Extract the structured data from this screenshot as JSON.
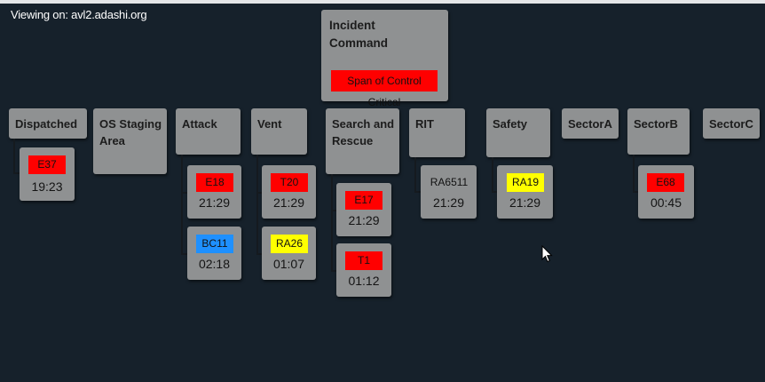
{
  "viewing_label": "Viewing on: avl2.adashi.org",
  "command": {
    "title": "Incident Command",
    "status_badge": "Span of Control Critical"
  },
  "groups": [
    {
      "id": "dispatched",
      "label": "Dispatched",
      "units": [
        {
          "id": "E37",
          "time": "19:23",
          "color": "#ff0000"
        }
      ]
    },
    {
      "id": "os-staging",
      "label": "OS Staging Area",
      "units": []
    },
    {
      "id": "attack",
      "label": "Attack",
      "units": [
        {
          "id": "E18",
          "time": "21:29",
          "color": "#ff0000"
        },
        {
          "id": "BC11",
          "time": "02:18",
          "color": "#1e90ff"
        }
      ]
    },
    {
      "id": "vent",
      "label": "Vent",
      "units": [
        {
          "id": "T20",
          "time": "21:29",
          "color": "#ff0000"
        },
        {
          "id": "RA26",
          "time": "01:07",
          "color": "#ffff00"
        }
      ]
    },
    {
      "id": "search-rescue",
      "label": "Search and Rescue",
      "units": [
        {
          "id": "E17",
          "time": "21:29",
          "color": "#ff0000"
        },
        {
          "id": "T1",
          "time": "01:12",
          "color": "#ff0000"
        }
      ]
    },
    {
      "id": "rit",
      "label": "RIT",
      "units": [
        {
          "id": "RA6511",
          "time": "21:29",
          "color": ""
        }
      ]
    },
    {
      "id": "safety",
      "label": "Safety",
      "units": [
        {
          "id": "RA19",
          "time": "21:29",
          "color": "#ffff00"
        }
      ]
    },
    {
      "id": "sector-a",
      "label": "SectorA",
      "units": []
    },
    {
      "id": "sector-b",
      "label": "SectorB",
      "units": [
        {
          "id": "E68",
          "time": "00:45",
          "color": "#ff0000"
        }
      ]
    },
    {
      "id": "sector-c",
      "label": "SectorC",
      "units": []
    }
  ]
}
